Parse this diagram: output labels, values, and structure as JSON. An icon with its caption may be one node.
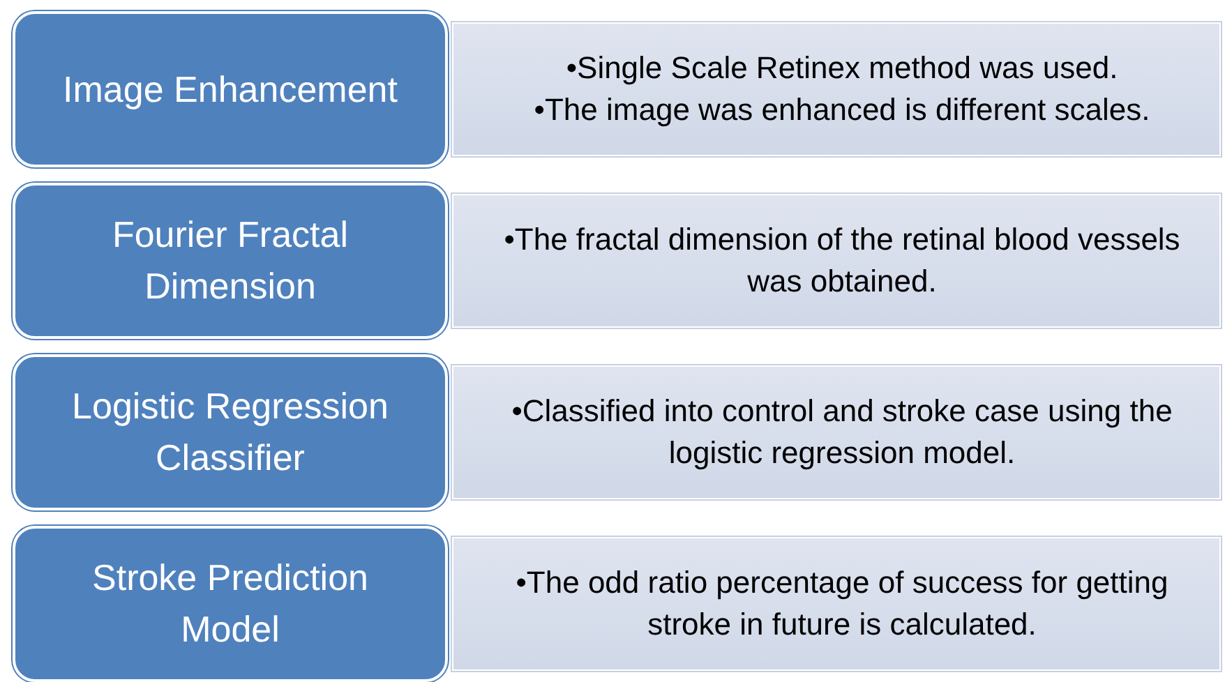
{
  "diagram": {
    "nodes": [
      {
        "text": [
          "Image Enhancement"
        ]
      },
      {
        "text": [
          "•Single Scale Retinex method was used.",
          "•The image was enhanced is different scales."
        ]
      },
      {
        "text": [
          "Fourier Fractal Dimension"
        ]
      },
      {
        "text": [
          "•The fractal dimension of the retinal blood vessels was obtained."
        ]
      },
      {
        "text": [
          "Logistic Regression Classifier"
        ]
      },
      {
        "text": [
          "•Classified into control and stroke case using the logistic regression model."
        ]
      },
      {
        "text": [
          "Stroke Prediction Model"
        ]
      },
      {
        "text": [
          "•The odd ratio percentage of success for getting stroke in future is calculated."
        ]
      }
    ]
  }
}
